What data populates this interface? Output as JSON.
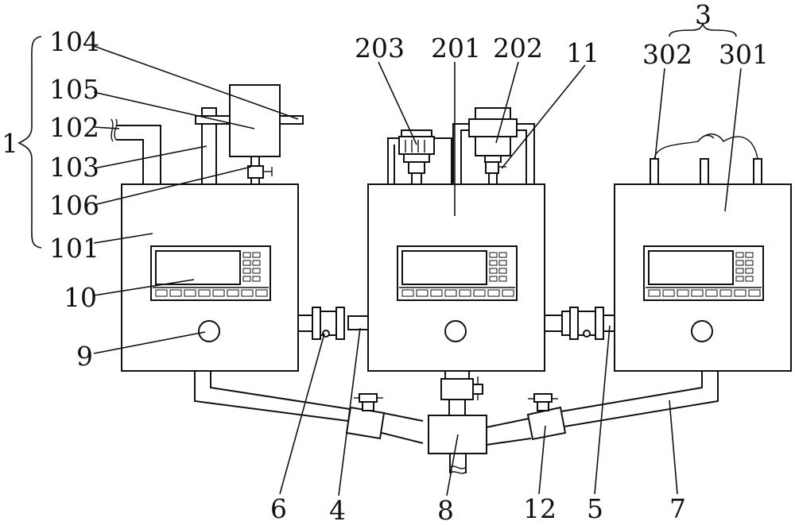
{
  "labels": {
    "l1": "1",
    "l3": "3",
    "l4": "4",
    "l5": "5",
    "l6": "6",
    "l7": "7",
    "l8": "8",
    "l9": "9",
    "l10": "10",
    "l11": "11",
    "l12": "12",
    "l101": "101",
    "l102": "102",
    "l103": "103",
    "l104": "104",
    "l105": "105",
    "l106": "106",
    "l201": "201",
    "l202": "202",
    "l203": "203",
    "l301": "301",
    "l302": "302"
  }
}
